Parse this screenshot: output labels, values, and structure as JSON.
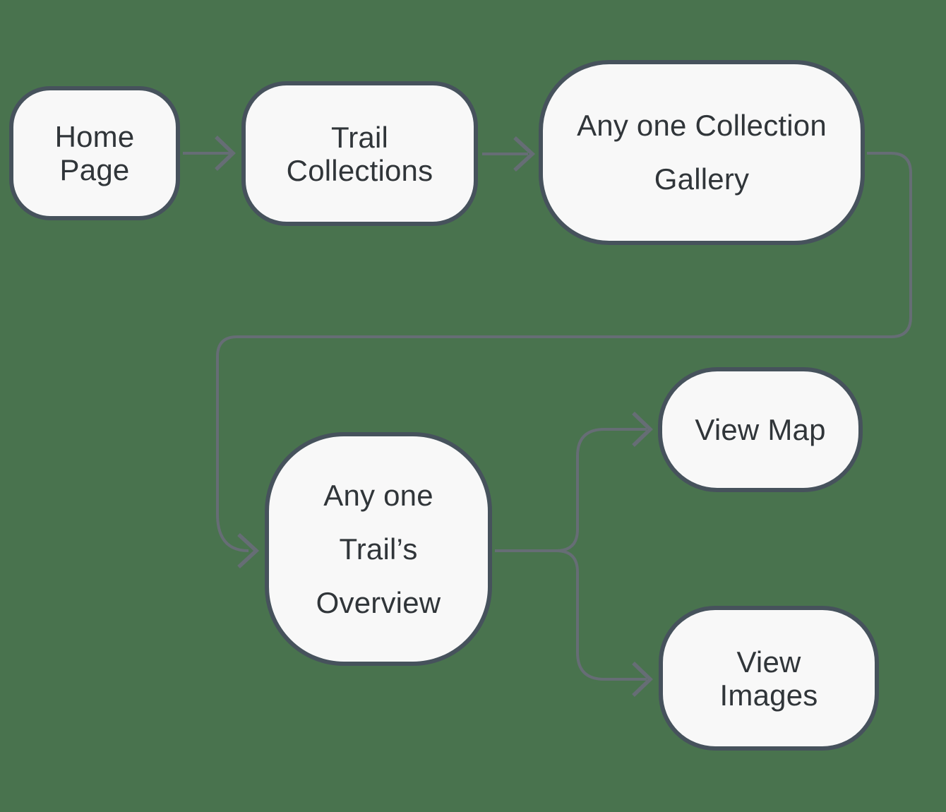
{
  "diagram": {
    "type": "flowchart",
    "colors": {
      "background": "#49734e",
      "node_fill": "#f8f8f8",
      "node_border": "#46525c",
      "connector": "#666d75",
      "text": "#303539"
    },
    "nodes": [
      {
        "id": "home-page",
        "lines": [
          "Home",
          "Page"
        ]
      },
      {
        "id": "trail-collections",
        "lines": [
          "Trail",
          "Collections"
        ]
      },
      {
        "id": "collection-gallery",
        "lines": [
          "Any one Collection",
          "Gallery"
        ]
      },
      {
        "id": "trail-overview",
        "lines": [
          "Any one",
          "Trail’s",
          "Overview"
        ]
      },
      {
        "id": "view-map",
        "lines": [
          "View Map"
        ]
      },
      {
        "id": "view-images",
        "lines": [
          "View",
          "Images"
        ]
      }
    ],
    "edges": [
      {
        "from": "home-page",
        "to": "trail-collections"
      },
      {
        "from": "trail-collections",
        "to": "collection-gallery"
      },
      {
        "from": "collection-gallery",
        "to": "trail-overview"
      },
      {
        "from": "trail-overview",
        "to": "view-map"
      },
      {
        "from": "trail-overview",
        "to": "view-images"
      }
    ]
  }
}
